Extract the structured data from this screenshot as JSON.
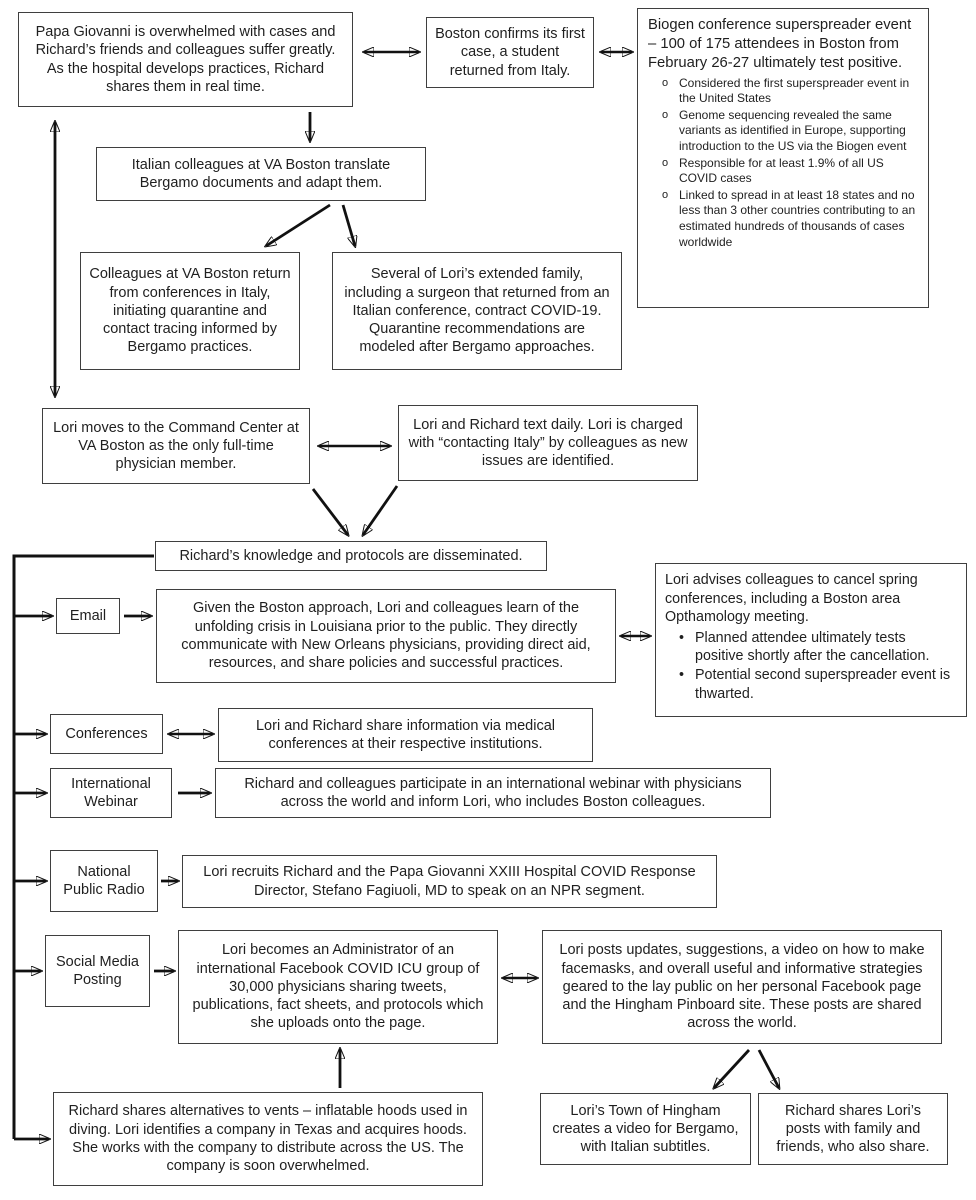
{
  "title": "COVID information-sharing flowchart",
  "colors": {
    "border": "#3f3f3f",
    "arrow": "#111111",
    "text": "#1f1f1f",
    "background": "#ffffff"
  },
  "boxes": {
    "papa_giovanni": {
      "text": "Papa Giovanni is overwhelmed with cases and Richard’s friends and colleagues suffer greatly.  As the hospital develops practices, Richard shares them in real time."
    },
    "boston_case": {
      "text": "Boston confirms its first case, a student returned from Italy."
    },
    "biogen": {
      "text": "Biogen conference superspreader event  – 100 of 175 attendees in Boston from February 26-27 ultimately test positive.",
      "bullets": [
        "Considered the first superspreader event in the United States",
        "Genome sequencing revealed the same variants as identified in Europe, supporting introduction to the US via the Biogen event",
        "Responsible for at least 1.9% of all US COVID cases",
        "Linked to spread in at least 18 states and no less than 3 other countries contributing to an estimated hundreds of thousands of cases worldwide"
      ]
    },
    "italian_translate": {
      "text": "Italian colleagues at VA Boston translate Bergamo documents and adapt them."
    },
    "va_return": {
      "text": "Colleagues at VA Boston return from conferences in Italy, initiating quarantine and contact tracing informed by Bergamo practices."
    },
    "lori_family": {
      "text": "Several of Lori’s extended family, including a surgeon that returned from an Italian conference, contract COVID-19. Quarantine recommendations are modeled after Bergamo approaches."
    },
    "command_center": {
      "text": "Lori moves to the Command Center at VA Boston as the only full-time physician member."
    },
    "text_daily": {
      "text": "Lori and Richard text daily. Lori is charged with “contacting Italy” by colleagues as new issues are identified."
    },
    "disseminated": {
      "text": "Richard’s knowledge and protocols are disseminated."
    },
    "email_label": {
      "text": "Email"
    },
    "email_content": {
      "text": "Given the Boston approach, Lori and colleagues learn of the unfolding crisis in Louisiana prior to the public. They directly communicate with New Orleans physicians, providing direct aid, resources, and share policies and successful practices."
    },
    "advises": {
      "text": "Lori advises colleagues to cancel spring conferences, including a Boston area Opthamology meeting.",
      "bullets": [
        "Planned attendee ultimately tests positive shortly after the cancellation.",
        "Potential second superspreader event is thwarted."
      ]
    },
    "conferences_label": {
      "text": "Conferences"
    },
    "conferences_content": {
      "text": "Lori and Richard share information via medical conferences at their respective institutions."
    },
    "webinar_label": {
      "text": "International Webinar"
    },
    "webinar_content": {
      "text": "Richard and colleagues participate in an international webinar with physicians across the world and inform Lori, who includes Boston colleagues."
    },
    "npr_label": {
      "text": "National Public Radio"
    },
    "npr_content": {
      "text": "Lori recruits Richard and the Papa Giovanni XXIII Hospital COVID Response Director, Stefano Fagiuoli, MD to speak on an NPR segment."
    },
    "social_label": {
      "text": "Social Media Posting"
    },
    "social_content": {
      "text": "Lori becomes an Administrator of an international Facebook COVID ICU group of 30,000 physicians sharing tweets, publications, fact sheets, and protocols which she uploads onto the page."
    },
    "lori_posts": {
      "text": "Lori posts updates, suggestions, a video on how to make facemasks, and overall useful and informative strategies geared to the lay public on her personal Facebook page and the Hingham Pinboard site. These posts are shared across the world."
    },
    "vents": {
      "text": "Richard shares alternatives to vents – inflatable hoods used in diving. Lori identifies a company in Texas and acquires hoods. She works with the company to distribute across the US. The company is soon overwhelmed."
    },
    "hingham_video": {
      "text": "Lori’s Town of Hingham creates a video for Bergamo, with Italian subtitles."
    },
    "richard_shares": {
      "text": "Richard shares Lori’s posts with family and friends, who also share."
    }
  }
}
